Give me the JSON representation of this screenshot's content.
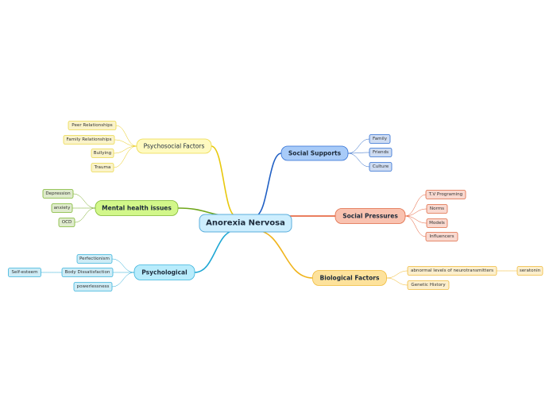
{
  "root": {
    "label": "Anorexia Nervosa",
    "fill": "#cdeefe",
    "stroke": "#5aaedc"
  },
  "branches": [
    {
      "key": "psychosocial",
      "label": "Psychosocial Factors",
      "bold": false,
      "color": "#e8c80c",
      "fill": "#fffac0",
      "stroke": "#ecd94a",
      "children": [
        {
          "label": "Peer Relationships"
        },
        {
          "label": "Family Relationships"
        },
        {
          "label": "Bullying"
        },
        {
          "label": "Trauma"
        }
      ]
    },
    {
      "key": "mental",
      "label": "Mental health issues",
      "bold": true,
      "color": "#6fa61a",
      "fill": "#d2f78a",
      "stroke": "#7eb830",
      "children": [
        {
          "label": "Depression"
        },
        {
          "label": "anxiety"
        },
        {
          "label": "OCD"
        }
      ]
    },
    {
      "key": "psychological",
      "label": "Psychological",
      "bold": true,
      "color": "#1ea7d4",
      "fill": "#b8ecfc",
      "stroke": "#3bb4dc",
      "children": [
        {
          "label": "Perfectionism"
        },
        {
          "label": "Body Dissatisfaction",
          "children": [
            {
              "label": "Self-esteem"
            }
          ]
        },
        {
          "label": "powerlessness"
        }
      ]
    },
    {
      "key": "social_supports",
      "label": "Social Supports",
      "bold": true,
      "color": "#1f5fc4",
      "fill": "#a8cbf8",
      "stroke": "#2f6fd4",
      "children": [
        {
          "label": "Family"
        },
        {
          "label": "Friends"
        },
        {
          "label": "Culture"
        }
      ]
    },
    {
      "key": "social_pressures",
      "label": "Social Pressures",
      "bold": true,
      "color": "#e4542a",
      "fill": "#f9c2b0",
      "stroke": "#e06a44",
      "children": [
        {
          "label": "T.V Programing"
        },
        {
          "label": "Norms"
        },
        {
          "label": "Models"
        },
        {
          "label": "Influencers"
        }
      ]
    },
    {
      "key": "biological",
      "label": "Biological Factors",
      "bold": true,
      "color": "#f0b41c",
      "fill": "#fde29c",
      "stroke": "#f0bb3a",
      "children": [
        {
          "label": "abnormal levels of neurotransmitters",
          "children": [
            {
              "label": "seratonin"
            }
          ]
        },
        {
          "label": "Genetic History"
        }
      ]
    }
  ]
}
